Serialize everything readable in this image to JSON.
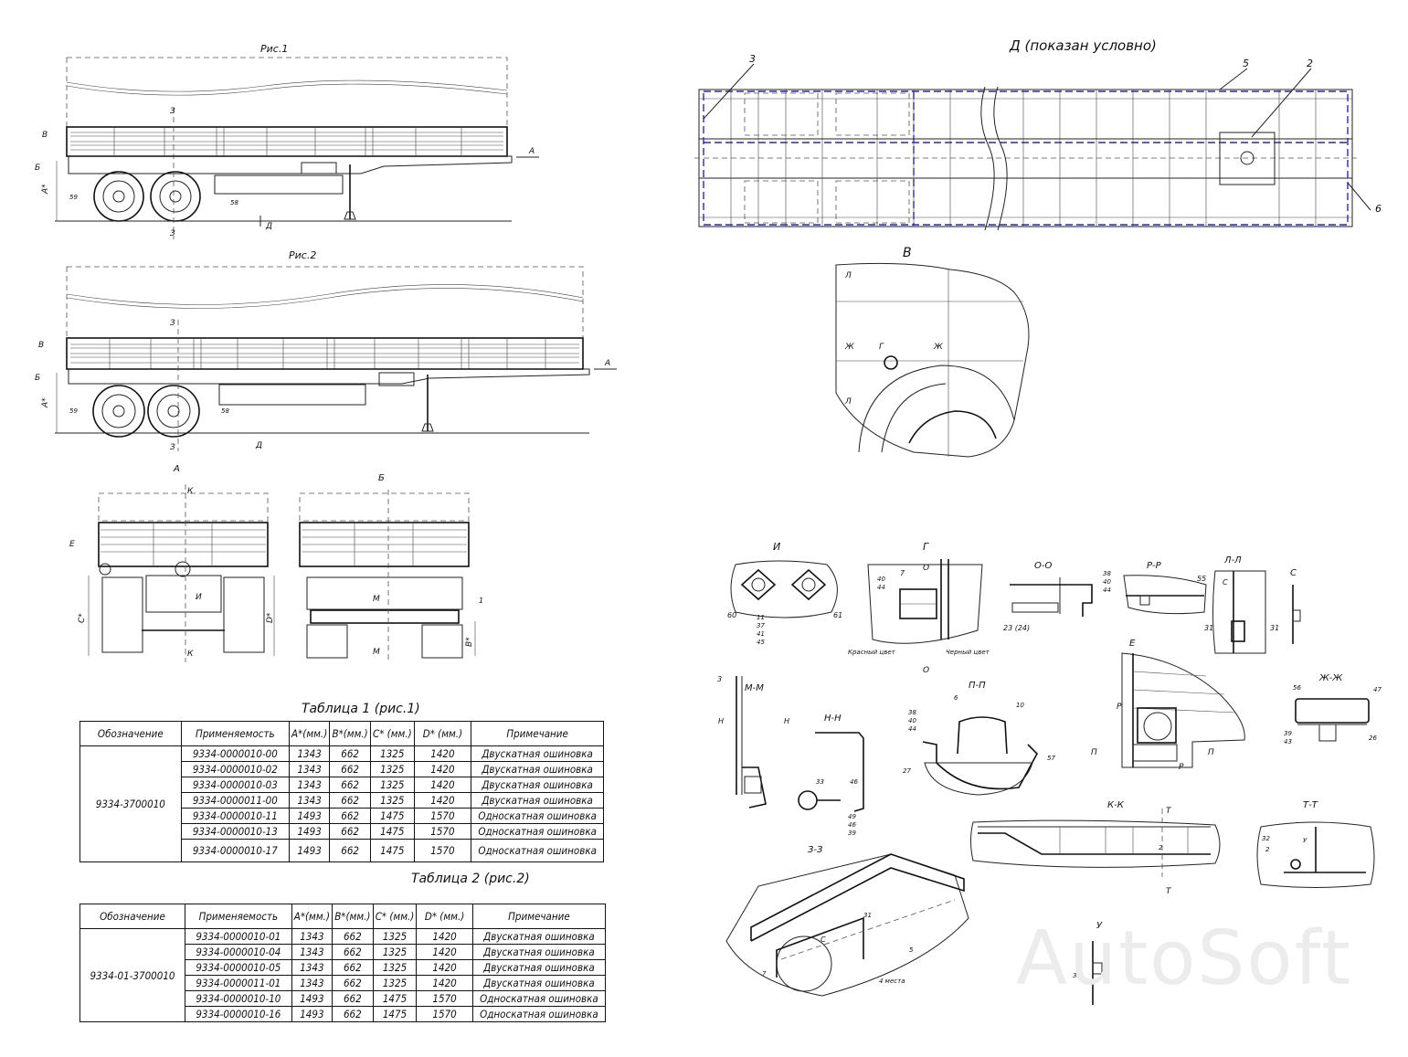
{
  "fig1_label": "Рис.1",
  "fig2_label": "Рис.2",
  "view_a_label": "А",
  "view_b_label": "Б",
  "view_d_title": "Д (показан условно)",
  "view_v_label": "В",
  "side_labels": {
    "V": "В",
    "B": "Б",
    "A": "А",
    "Astar": "А*",
    "Z": "З",
    "D": "Д",
    "n59": "59",
    "n58": "58"
  },
  "end_view_labels": {
    "K": "К",
    "E": "Е",
    "I": "И",
    "M": "М",
    "Cstar": "С*",
    "Dstar": "D*",
    "Bstar": "В*",
    "n1": "1"
  },
  "plan_callouts": {
    "n3": "3",
    "n5": "5",
    "n2": "2",
    "n6": "6"
  },
  "detail_v": {
    "L": "Л",
    "Zh": "Ж",
    "G": "Г"
  },
  "details": {
    "I": {
      "title": "И",
      "n60": "60",
      "n61": "61",
      "n11": "11",
      "n37": "37",
      "n41": "41",
      "n45": "45"
    },
    "G": {
      "title": "Г",
      "n7": "7",
      "n40": "40",
      "n44": "44",
      "O": "О",
      "red": "Красный цвет",
      "black": "Черный цвет"
    },
    "OO": {
      "title": "О-О",
      "n23": "23 (24)"
    },
    "RR": {
      "title": "Р-Р",
      "n38": "38",
      "n40": "40",
      "n44": "44",
      "n55": "55"
    },
    "LL": {
      "title": "Л-Л",
      "C": "С",
      "n31": "31"
    },
    "C": {
      "title": "С",
      "n31": "31"
    },
    "MM": {
      "title": "М-М",
      "n3": "3",
      "H": "Н"
    },
    "NN": {
      "title": "Н-Н",
      "n33": "33",
      "n46": "46",
      "n49": "49",
      "n46b": "46",
      "n39": "39"
    },
    "PP": {
      "title": "П-П",
      "n6": "6",
      "n10": "10",
      "n38": "38",
      "n40": "40",
      "n44": "44",
      "n27": "27",
      "n57": "57"
    },
    "E": {
      "title": "Е",
      "R": "Р",
      "P": "П"
    },
    "ZhZh": {
      "title": "Ж-Ж",
      "n56": "56",
      "n47": "47",
      "n39": "39",
      "n43": "43",
      "n26": "26"
    },
    "KK": {
      "title": "К-К",
      "T": "Т",
      "n2": "2"
    },
    "TT": {
      "title": "Т-Т",
      "n32": "32",
      "n2": "2",
      "U": "У"
    },
    "ZZ": {
      "title": "З-З",
      "n7": "7",
      "n31": "31",
      "n5": "5",
      "C": "С",
      "places": "4 места"
    },
    "U": {
      "title": "У",
      "n32": "32"
    }
  },
  "table1": {
    "title": "Таблица 1 (рис.1)",
    "headers": [
      "Обозначение",
      "Применяемость",
      "А*(мм.)",
      "В*(мм.)",
      "С* (мм.)",
      "D* (мм.)",
      "Примечание"
    ],
    "designation": "9334-3700010",
    "rows": [
      [
        "9334-0000010-00",
        "1343",
        "662",
        "1325",
        "1420",
        "Двускатная ошиновка"
      ],
      [
        "9334-0000010-02",
        "1343",
        "662",
        "1325",
        "1420",
        "Двускатная ошиновка"
      ],
      [
        "9334-0000010-03",
        "1343",
        "662",
        "1325",
        "1420",
        "Двускатная ошиновка"
      ],
      [
        "9334-0000011-00",
        "1343",
        "662",
        "1325",
        "1420",
        "Двускатная ошиновка"
      ],
      [
        "9334-0000010-11",
        "1493",
        "662",
        "1475",
        "1570",
        "Односкатная ошиновка"
      ],
      [
        "9334-0000010-13",
        "1493",
        "662",
        "1475",
        "1570",
        "Односкатная ошиновка"
      ],
      [
        "9334-0000010-17",
        "1493",
        "662",
        "1475",
        "1570",
        "Односкатная ошиновка"
      ]
    ]
  },
  "table2": {
    "title": "Таблица 2 (рис.2)",
    "headers": [
      "Обозначение",
      "Применяемость",
      "А*(мм.)",
      "В*(мм.)",
      "С* (мм.)",
      "D* (мм.)",
      "Примечание"
    ],
    "designation": "9334-01-3700010",
    "rows": [
      [
        "9334-0000010-01",
        "1343",
        "662",
        "1325",
        "1420",
        "Двускатная ошиновка"
      ],
      [
        "9334-0000010-04",
        "1343",
        "662",
        "1325",
        "1420",
        "Двускатная ошиновка"
      ],
      [
        "9334-0000010-05",
        "1343",
        "662",
        "1325",
        "1420",
        "Двускатная ошиновка"
      ],
      [
        "9334-0000011-01",
        "1343",
        "662",
        "1325",
        "1420",
        "Двускатная ошиновка"
      ],
      [
        "9334-0000010-10",
        "1493",
        "662",
        "1475",
        "1570",
        "Односкатная ошиновка"
      ],
      [
        "9334-0000010-16",
        "1493",
        "662",
        "1475",
        "1570",
        "Односкатная ошиновка"
      ]
    ]
  },
  "watermark": "AutoSoft"
}
